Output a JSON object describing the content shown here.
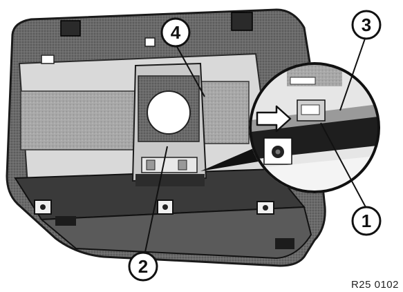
{
  "figure": {
    "reference_code": "R25 0102",
    "callouts": [
      {
        "id": "c1",
        "label": "1"
      },
      {
        "id": "c2",
        "label": "2"
      },
      {
        "id": "c3",
        "label": "3"
      },
      {
        "id": "c4",
        "label": "4"
      }
    ]
  }
}
